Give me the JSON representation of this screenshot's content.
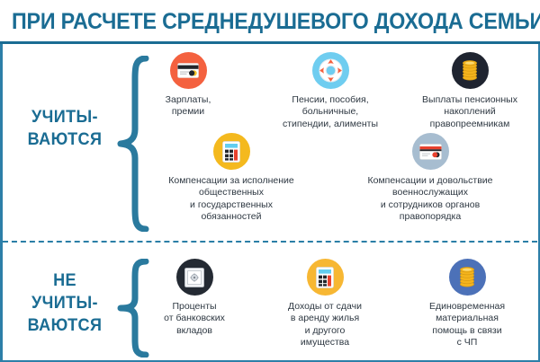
{
  "header": {
    "title": "ПРИ РАСЧЕТЕ СРЕДНЕДУШЕВОГО ДОХОДА СЕМЬИ",
    "accent_color": "#1a6c93"
  },
  "sections": [
    {
      "id": "counted",
      "label": "УЧИТЫ-\nВАЮТСЯ",
      "brace": "{",
      "items": [
        {
          "id": "salary",
          "icon": "credit-card-icon",
          "circle_color": "#f4613f",
          "label": "Зарплаты,\nпремии"
        },
        {
          "id": "pension",
          "icon": "lifebuoy-icon",
          "circle_color": "#6fcdf0",
          "label": "Пенсии, пособия,\nбольничные,\nстипендии, алименты"
        },
        {
          "id": "payouts",
          "icon": "coin-stack-icon",
          "circle_color": "#1f2430",
          "label": "Выплаты пенсионных\nнакоплений\nправопреемникам"
        },
        {
          "id": "compduty",
          "icon": "calculator-icon",
          "circle_color": "#f4b91e",
          "label": "Компенсации за исполнение\nобщественных\nи государственных\nобязанностей"
        },
        {
          "id": "military",
          "icon": "bank-card-icon",
          "circle_color": "#a7bdd0",
          "label": "Компенсации и довольствие\nвоеннослужащих\nи сотрудников органов\nправопорядка"
        }
      ]
    },
    {
      "id": "notcounted",
      "label": "НЕ\nУЧИТЫ-\nВАЮТСЯ",
      "brace": "{",
      "items": [
        {
          "id": "deposits",
          "icon": "safe-vault-icon",
          "circle_color": "#242a33",
          "label": "Проценты\nот банковских\nвкладов"
        },
        {
          "id": "rental",
          "icon": "calculator-icon",
          "circle_color": "#f7b733",
          "label": "Доходы от сдачи\nв аренду жилья\nи другого\nимущества"
        },
        {
          "id": "aid",
          "icon": "coin-stack-icon",
          "circle_color": "#4c71b8",
          "label": "Единовременная\nматериальная\nпомощь в связи\nс ЧП"
        }
      ]
    }
  ],
  "colors": {
    "border": "#2d7fa8",
    "divider": "#2a7ea6",
    "text": "#2e3842",
    "brace": "#2a7a9e"
  }
}
